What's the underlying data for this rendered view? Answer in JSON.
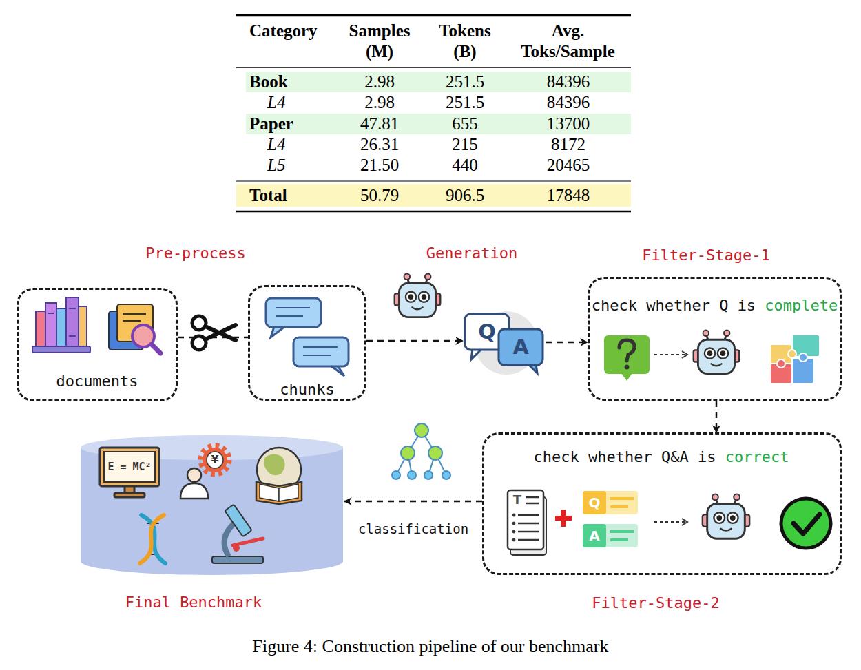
{
  "diagram": {
    "caption": "Figure 4: Construction pipeline of our benchmark",
    "nodes": [
      {
        "text": [
          "documents"
        ]
      },
      {
        "text": [
          "chunks"
        ]
      },
      {
        "text": [
          "Q",
          "A"
        ]
      },
      {
        "text": [
          "Filter-Stage-1",
          "check whether Q is",
          "complete"
        ]
      },
      {
        "text": [
          "Filter-Stage-2",
          "check whether Q&A is",
          "correct"
        ]
      },
      {
        "text": [
          "Final Benchmark"
        ]
      }
    ],
    "edges": [
      {
        "from": 0,
        "to": 1,
        "arrow": "none"
      },
      {
        "from": 1,
        "to": 2,
        "arrow": "to"
      },
      {
        "from": 2,
        "to": 3,
        "arrow": "to"
      },
      {
        "from": 3,
        "to": 4,
        "arrow": "to"
      },
      {
        "from": 4,
        "to": 5,
        "label": "classification",
        "arrow": "to"
      }
    ],
    "labels": [
      "Category",
      "Samples (M)",
      "Tokens (B)",
      "Avg. Toks/Sample",
      "Book",
      "2.98",
      "251.5",
      "84396",
      "L4",
      "2.98",
      "251.5",
      "84396",
      "Paper",
      "47.81",
      "655",
      "13700",
      "L4",
      "26.31",
      "215",
      "8172",
      "L5",
      "21.50",
      "440",
      "20465",
      "Total",
      "50.79",
      "906.5",
      "17848",
      "Pre-process",
      "Generation",
      "T",
      "Q",
      "A",
      "E = MC²",
      "¥"
    ]
  }
}
